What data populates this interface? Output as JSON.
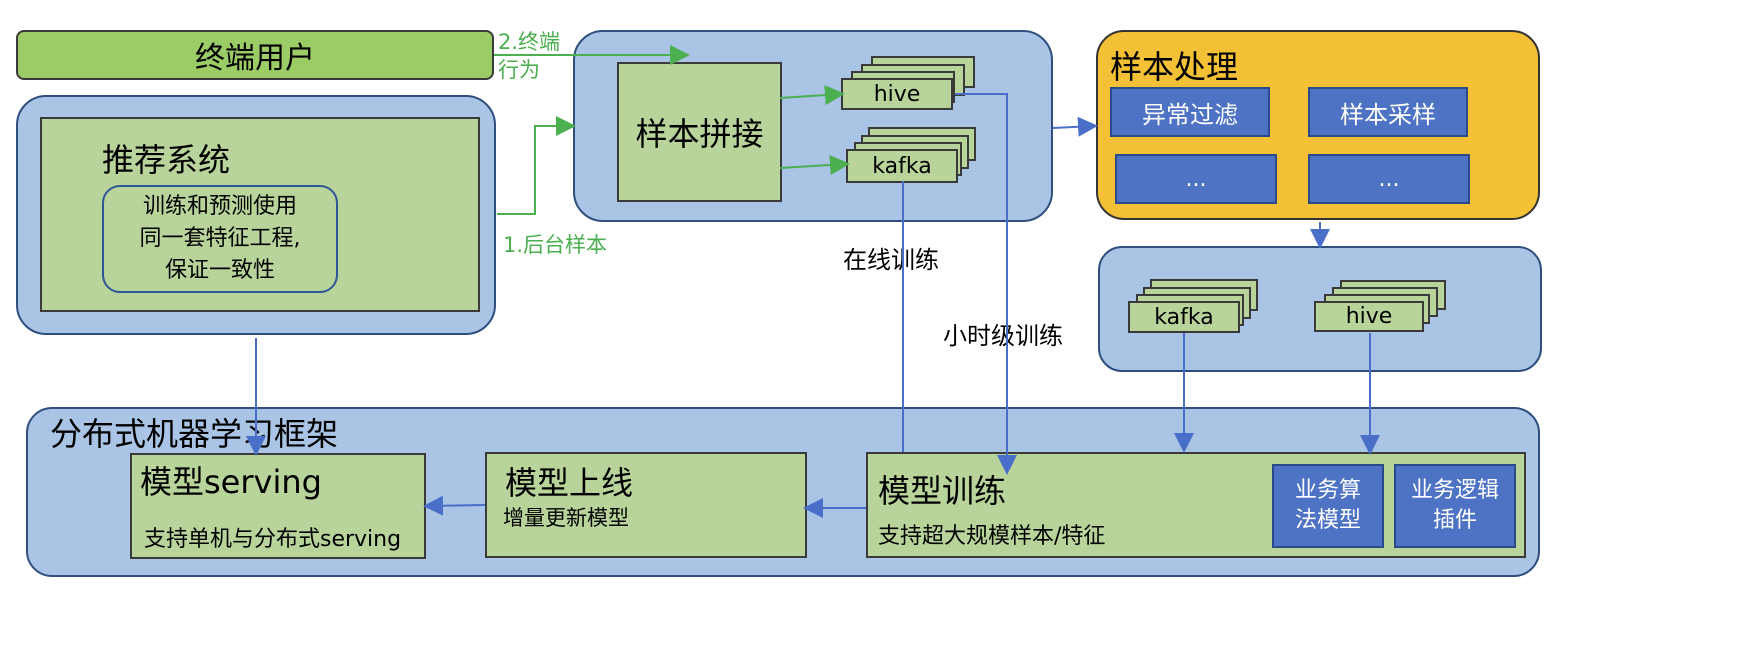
{
  "terminal_user": "终端用户",
  "edge_terminal_behavior": [
    "2.终端",
    "行为"
  ],
  "edge_backend_sample": "1.后台样本",
  "recommend": {
    "title": "推荐系统",
    "note": [
      "训练和预测使用",
      "同一套特征工程,",
      "保证一致性"
    ]
  },
  "sample_join": {
    "title": "样本拼接",
    "hive": "hive",
    "kafka": "kafka"
  },
  "online_training": "在线训练",
  "hourly_training": "小时级训练",
  "sample_processing": {
    "title": "样本处理",
    "items": [
      "异常过滤",
      "样本采样",
      "...",
      "..."
    ]
  },
  "storage": {
    "kafka": "kafka",
    "hive": "hive"
  },
  "framework": {
    "title": "分布式机器学习框架",
    "serving": {
      "title": "模型serving",
      "desc": "支持单机与分布式serving"
    },
    "deploy": {
      "title": "模型上线",
      "desc": "增量更新模型"
    },
    "training": {
      "title": "模型训练",
      "desc": "支持超大规模样本/特征",
      "plugins": [
        [
          "业务算",
          "法模型"
        ],
        [
          "业务逻辑",
          "插件"
        ]
      ]
    }
  },
  "colors": {
    "panel_blue": "#a9c4e4",
    "box_green": "#b8d49a",
    "orange": "#f4c035",
    "dark_blue": "#4e72c4",
    "arrow_green": "#4caf50",
    "arrow_blue": "#4a6fc8"
  }
}
